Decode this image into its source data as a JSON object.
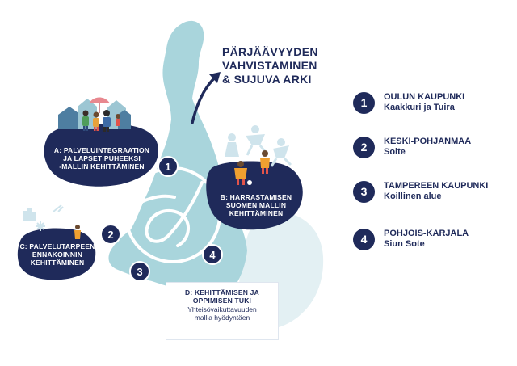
{
  "title": {
    "line1": "PÄRJÄÄVYYDEN",
    "line2": "VAHVISTAMINEN",
    "line3": "& SUJUVA ARKI"
  },
  "bubbles": {
    "a": {
      "line1": "A: PALVELUINTEGRAATION",
      "line2": "JA LAPSET PUHEEKSI",
      "line3": "-MALLIN KEHITTÄMINEN"
    },
    "b": {
      "line1": "B: HARRASTAMISEN",
      "line2": "SUOMEN MALLIN",
      "line3": "KEHITTÄMINEN"
    },
    "c": {
      "line1": "C: PALVELUTARPEEN",
      "line2": "ENNAKOINNIN",
      "line3": "KEHITTÄMINEN"
    },
    "d": {
      "line1": "D: KEHITTÄMISEN JA",
      "line2": "OPPIMISEN TUKI",
      "sub1": "Yhteisövaikuttavuuden",
      "sub2": "mallia hyödyntäen"
    }
  },
  "map_numbers": [
    "1",
    "2",
    "3",
    "4"
  ],
  "legend": [
    {
      "num": "1",
      "region": "OULUN KAUPUNKI",
      "area": "Kaakkuri ja Tuira"
    },
    {
      "num": "2",
      "region": "KESKI-POHJANMAA",
      "area": "Soite"
    },
    {
      "num": "3",
      "region": "TAMPEREEN KAUPUNKI",
      "area": "Koillinen alue"
    },
    {
      "num": "4",
      "region": "POHJOIS-KARJALA",
      "area": "Siun Sote"
    }
  ],
  "colors": {
    "navy": "#1f2a5a",
    "map": "#a9d5dc",
    "map_light": "#cfe7ec",
    "figure_light": "#cfe4ec",
    "figure_orange": "#f0a030"
  }
}
